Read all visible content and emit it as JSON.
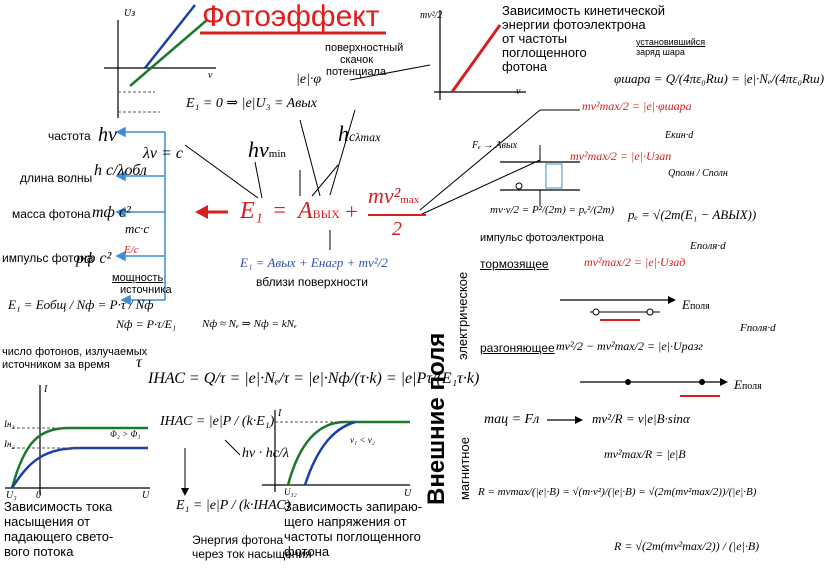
{
  "title": "Фотоэффект",
  "labels": {
    "frequency": "частота",
    "wavelength": "длина волны",
    "photon_mass": "масса фотона",
    "photon_momentum": "импульс фотона",
    "source_power_1": "мощность",
    "source_power_2": "источника",
    "photons_count_1": "число фотонов, излучаемых",
    "photons_count_2": "источником за время",
    "near_surface": "вблизи поверхности",
    "surface_jump_1": "поверхностный",
    "surface_jump_2": "скачок",
    "surface_jump_3": "потенциала",
    "kinetic_dep_1": "Зависимость кинетической",
    "kinetic_dep_2": "энергии фотоэлектрона",
    "kinetic_dep_3": "от частоты",
    "kinetic_dep_4": "поглощенного",
    "kinetic_dep_5": "фотона",
    "established_charge_1": "установившийся",
    "established_charge_2": "заряд шара",
    "photoelectron_momentum": "импульс фотоэлектрона",
    "external_fields": "Внешние поля",
    "electric": "электрическое",
    "magnetic": "магнитное",
    "braking": "тормозящее",
    "accelerating": "разгоняющее",
    "sat_current_1": "Зависимость тока",
    "sat_current_2": "насыщения от",
    "sat_current_3": "падающего свето-",
    "sat_current_4": "вого потока",
    "photon_energy_1": "Энергия фотона",
    "photon_energy_2": "через ток насыщения",
    "stopping_1": "Зависимость запираю-",
    "stopping_2": "щего напряжения от",
    "stopping_3": "частоты поглощенного",
    "stopping_4": "фотона",
    "field_label": "E",
    "field_sub": "поля"
  },
  "formulas": {
    "einstein_E1": "E₁",
    "einstein_eq": "=",
    "einstein_A": "A",
    "einstein_A_sub": "ВЫХ",
    "einstein_plus": "+",
    "einstein_mv": "mv²",
    "einstein_mv_sub": "max",
    "einstein_den": "2",
    "near_surface_eq": "E₁ = Aвых + Eнагр + mv²/2",
    "hnu_min": "hν",
    "hnu_min_sub": "min",
    "hc_lmax_num": "c",
    "hc_lmax_h": "h",
    "hc_lmax_den": "λmax",
    "e0_eq": "E₁ = 0 ⇒ |e|U₃ = Aвых",
    "e_phi": "|e|·φ",
    "lambda_nu": "λν = c",
    "h_nu_obl": "hν",
    "h_c_lambda": "h c/λобл",
    "m_photon": "mф c²",
    "p_photon": "pф c²",
    "m_c": "mc·c",
    "e_over_c": "E/c",
    "p_tau": "P·τ",
    "e1_nf": "E₁ = Eобщ / Nф = P·τ / Nф",
    "n_f": "Nф = P·τ/E₁",
    "n_chain": "Nф ≈ Nₑ ⇒ Nф = kNₑ",
    "i_nas": "IНАС = Q/τ = |e|·Nₑ/τ = |e|·Nф/(τ·k) = |e|Pτ/(E₁τ·k)",
    "i_nas_short": "IНАС = |e|P / (k·E₁)",
    "e1_inas": "E₁ = |e|P / (k·IНАС)",
    "phi_sphere": "φшара = Q/(4πε₀Rш) = |e|·Nₑ/(4πε₀Rш)",
    "phi_eq": "mv²max/2 = |e|·φшара",
    "uvz_eq": "mv²max/2 = |e|·Uзап",
    "f_eq": "Fₑ → Aвых",
    "e_kin_cap": "Eкин·d",
    "q_sum": "Qполн / Cполн",
    "momentum_eq": "mv·v/2 = P²/(2m) = pₑ²/(2m)",
    "pe_eq": "pₑ = √(2m(E₁ − AВЫХ))",
    "braking_eq": "mv²max/2 = |e|·Uзад",
    "braking_field": "Eполя·d",
    "accel_eq": "mv²/2 − mv²max/2 = |e|·Uразг",
    "accel_field": "Fполя·d",
    "mag_eq": "maц = Fл",
    "mag_eq2": "mv²/R = v|e|B·sinα",
    "mag_eq3": "mv²max/R = |e|B",
    "r_eq": "R = mvmax/(|e|·B) = √(m·v²)/(|e|·B) = √(2m(mv²max/2))/(|e|·B)",
    "r_eq2": "R = √(2m(mv²max/2)) / (|e|·B)",
    "tau": "τ",
    "hnu_lambda": "hν · hc/λ",
    "e1_label": "E₁"
  },
  "graphs": {
    "top_y": "Uз",
    "top_x": "ν",
    "ie_ax": "I",
    "ie_u": "U",
    "ie_phi": "Φ₂ > Φ₁",
    "ie_u3": "U₃",
    "ie_zero": "0",
    "st_ax": "I",
    "st_u": "U",
    "st_v": "ν₁ < ν₂",
    "st_u3": "U₃₂",
    "kin_y": "mv²/2",
    "kin_x": "ν",
    "i_nas1": "Iн₁",
    "i_nas2": "Iн₂"
  },
  "colors": {
    "red": "#d42020",
    "blue": "#2c4fa8",
    "green": "#1a7a2a",
    "arrow_blue": "#3c8fd6"
  }
}
